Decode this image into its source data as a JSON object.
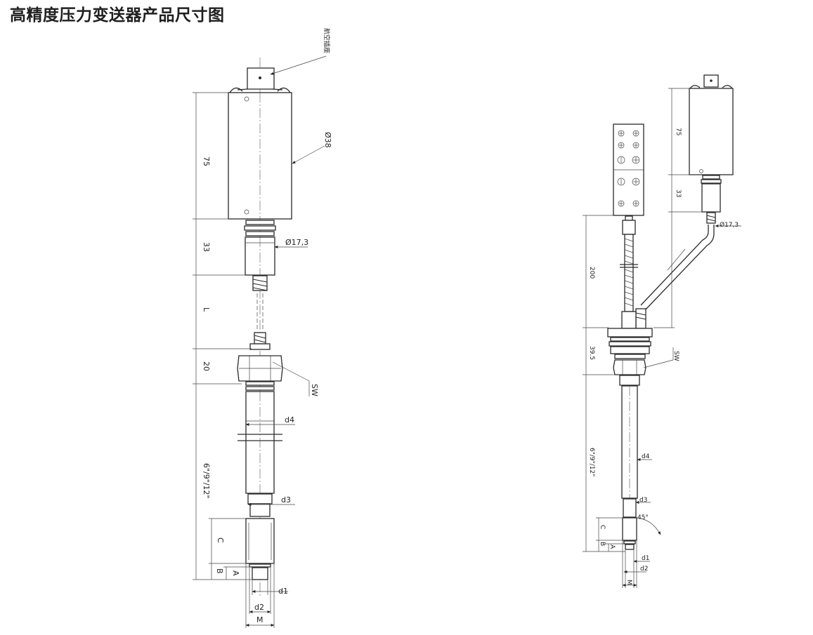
{
  "title": "高精度压力变送器产品尺寸图",
  "left_drawing": {
    "callout_connector": "航空插座",
    "diameter_body": "Ø38",
    "diameter_neck": "Ø17,3",
    "dim_75": "75",
    "dim_33": "33",
    "dim_L": "L",
    "dim_20": "20",
    "dim_length": "6\"/9\"/12\"",
    "label_SW": "SW",
    "label_d4": "d4",
    "label_d3": "d3",
    "label_C": "C",
    "label_B": "B",
    "label_A": "A",
    "label_d1": "d1",
    "label_d2": "d2",
    "label_M": "M"
  },
  "right_drawing": {
    "dim_75": "75",
    "dim_33": "33",
    "diameter_neck": "Ø17,3",
    "dim_200": "200",
    "dim_39_5": "39.5",
    "label_SW": "SW",
    "dim_length": "6\"/9\"/12\"",
    "label_d4": "d4",
    "label_d3": "d3",
    "angle_45": "45°",
    "label_C": "C",
    "label_B": "B",
    "label_A": "A",
    "label_d1": "d1",
    "label_d2": "d2",
    "label_M": "M"
  }
}
